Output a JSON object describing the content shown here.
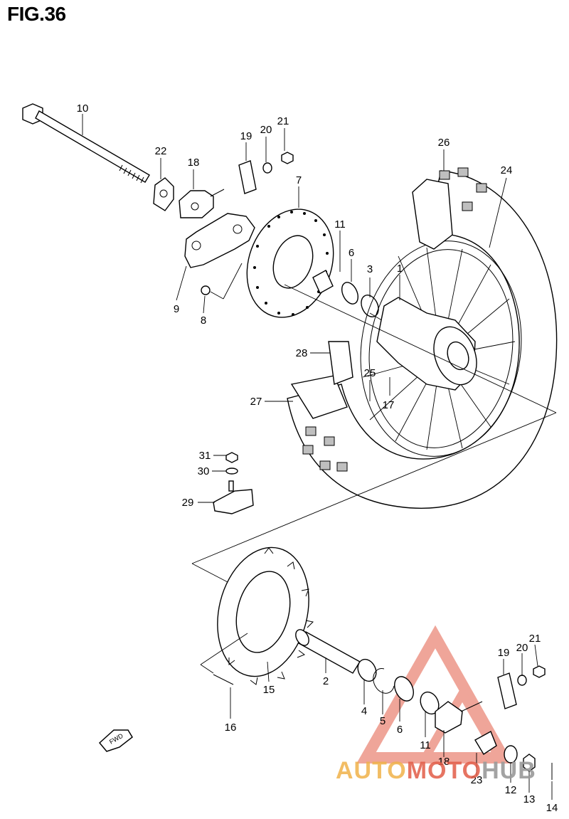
{
  "figure": {
    "title": "FIG.36"
  },
  "parts": [
    {
      "ref": "1"
    },
    {
      "ref": "2"
    },
    {
      "ref": "3"
    },
    {
      "ref": "4"
    },
    {
      "ref": "5"
    },
    {
      "ref": "6"
    },
    {
      "ref": "7"
    },
    {
      "ref": "8"
    },
    {
      "ref": "9"
    },
    {
      "ref": "10"
    },
    {
      "ref": "11"
    },
    {
      "ref": "12"
    },
    {
      "ref": "13"
    },
    {
      "ref": "14"
    },
    {
      "ref": "15"
    },
    {
      "ref": "16"
    },
    {
      "ref": "17"
    },
    {
      "ref": "18"
    },
    {
      "ref": "19"
    },
    {
      "ref": "20"
    },
    {
      "ref": "21"
    },
    {
      "ref": "22"
    },
    {
      "ref": "23"
    },
    {
      "ref": "24"
    },
    {
      "ref": "25"
    },
    {
      "ref": "26"
    },
    {
      "ref": "27"
    },
    {
      "ref": "28"
    },
    {
      "ref": "29"
    },
    {
      "ref": "30"
    },
    {
      "ref": "31"
    }
  ],
  "direction_arrow": {
    "label": "FWD"
  },
  "watermark": {
    "part1": "AUTO",
    "part2": "MOTO",
    "part3": "HUB"
  },
  "colors": {
    "watermark_red": "#e25c47",
    "watermark_orange": "#f0b24a",
    "watermark_gray": "#9a9a9a"
  }
}
